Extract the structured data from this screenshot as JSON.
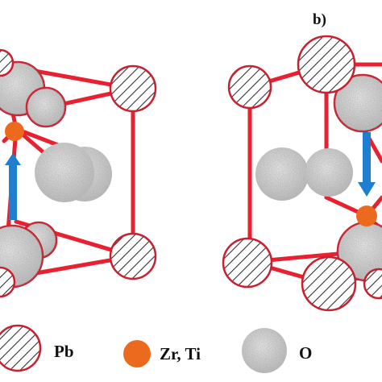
{
  "panel_label_b": "b)",
  "legend": {
    "pb": "Pb",
    "zr_ti": "Zr, Ti",
    "o": "O"
  },
  "colors": {
    "frame": "#e8202f",
    "b_site": "#ec6a1e",
    "arrow": "#1e7fd0",
    "hatch": "#333333",
    "oxygen_fill": "#cfcfcf"
  },
  "polarization": {
    "left_panel": "up",
    "right_panel": "down"
  }
}
